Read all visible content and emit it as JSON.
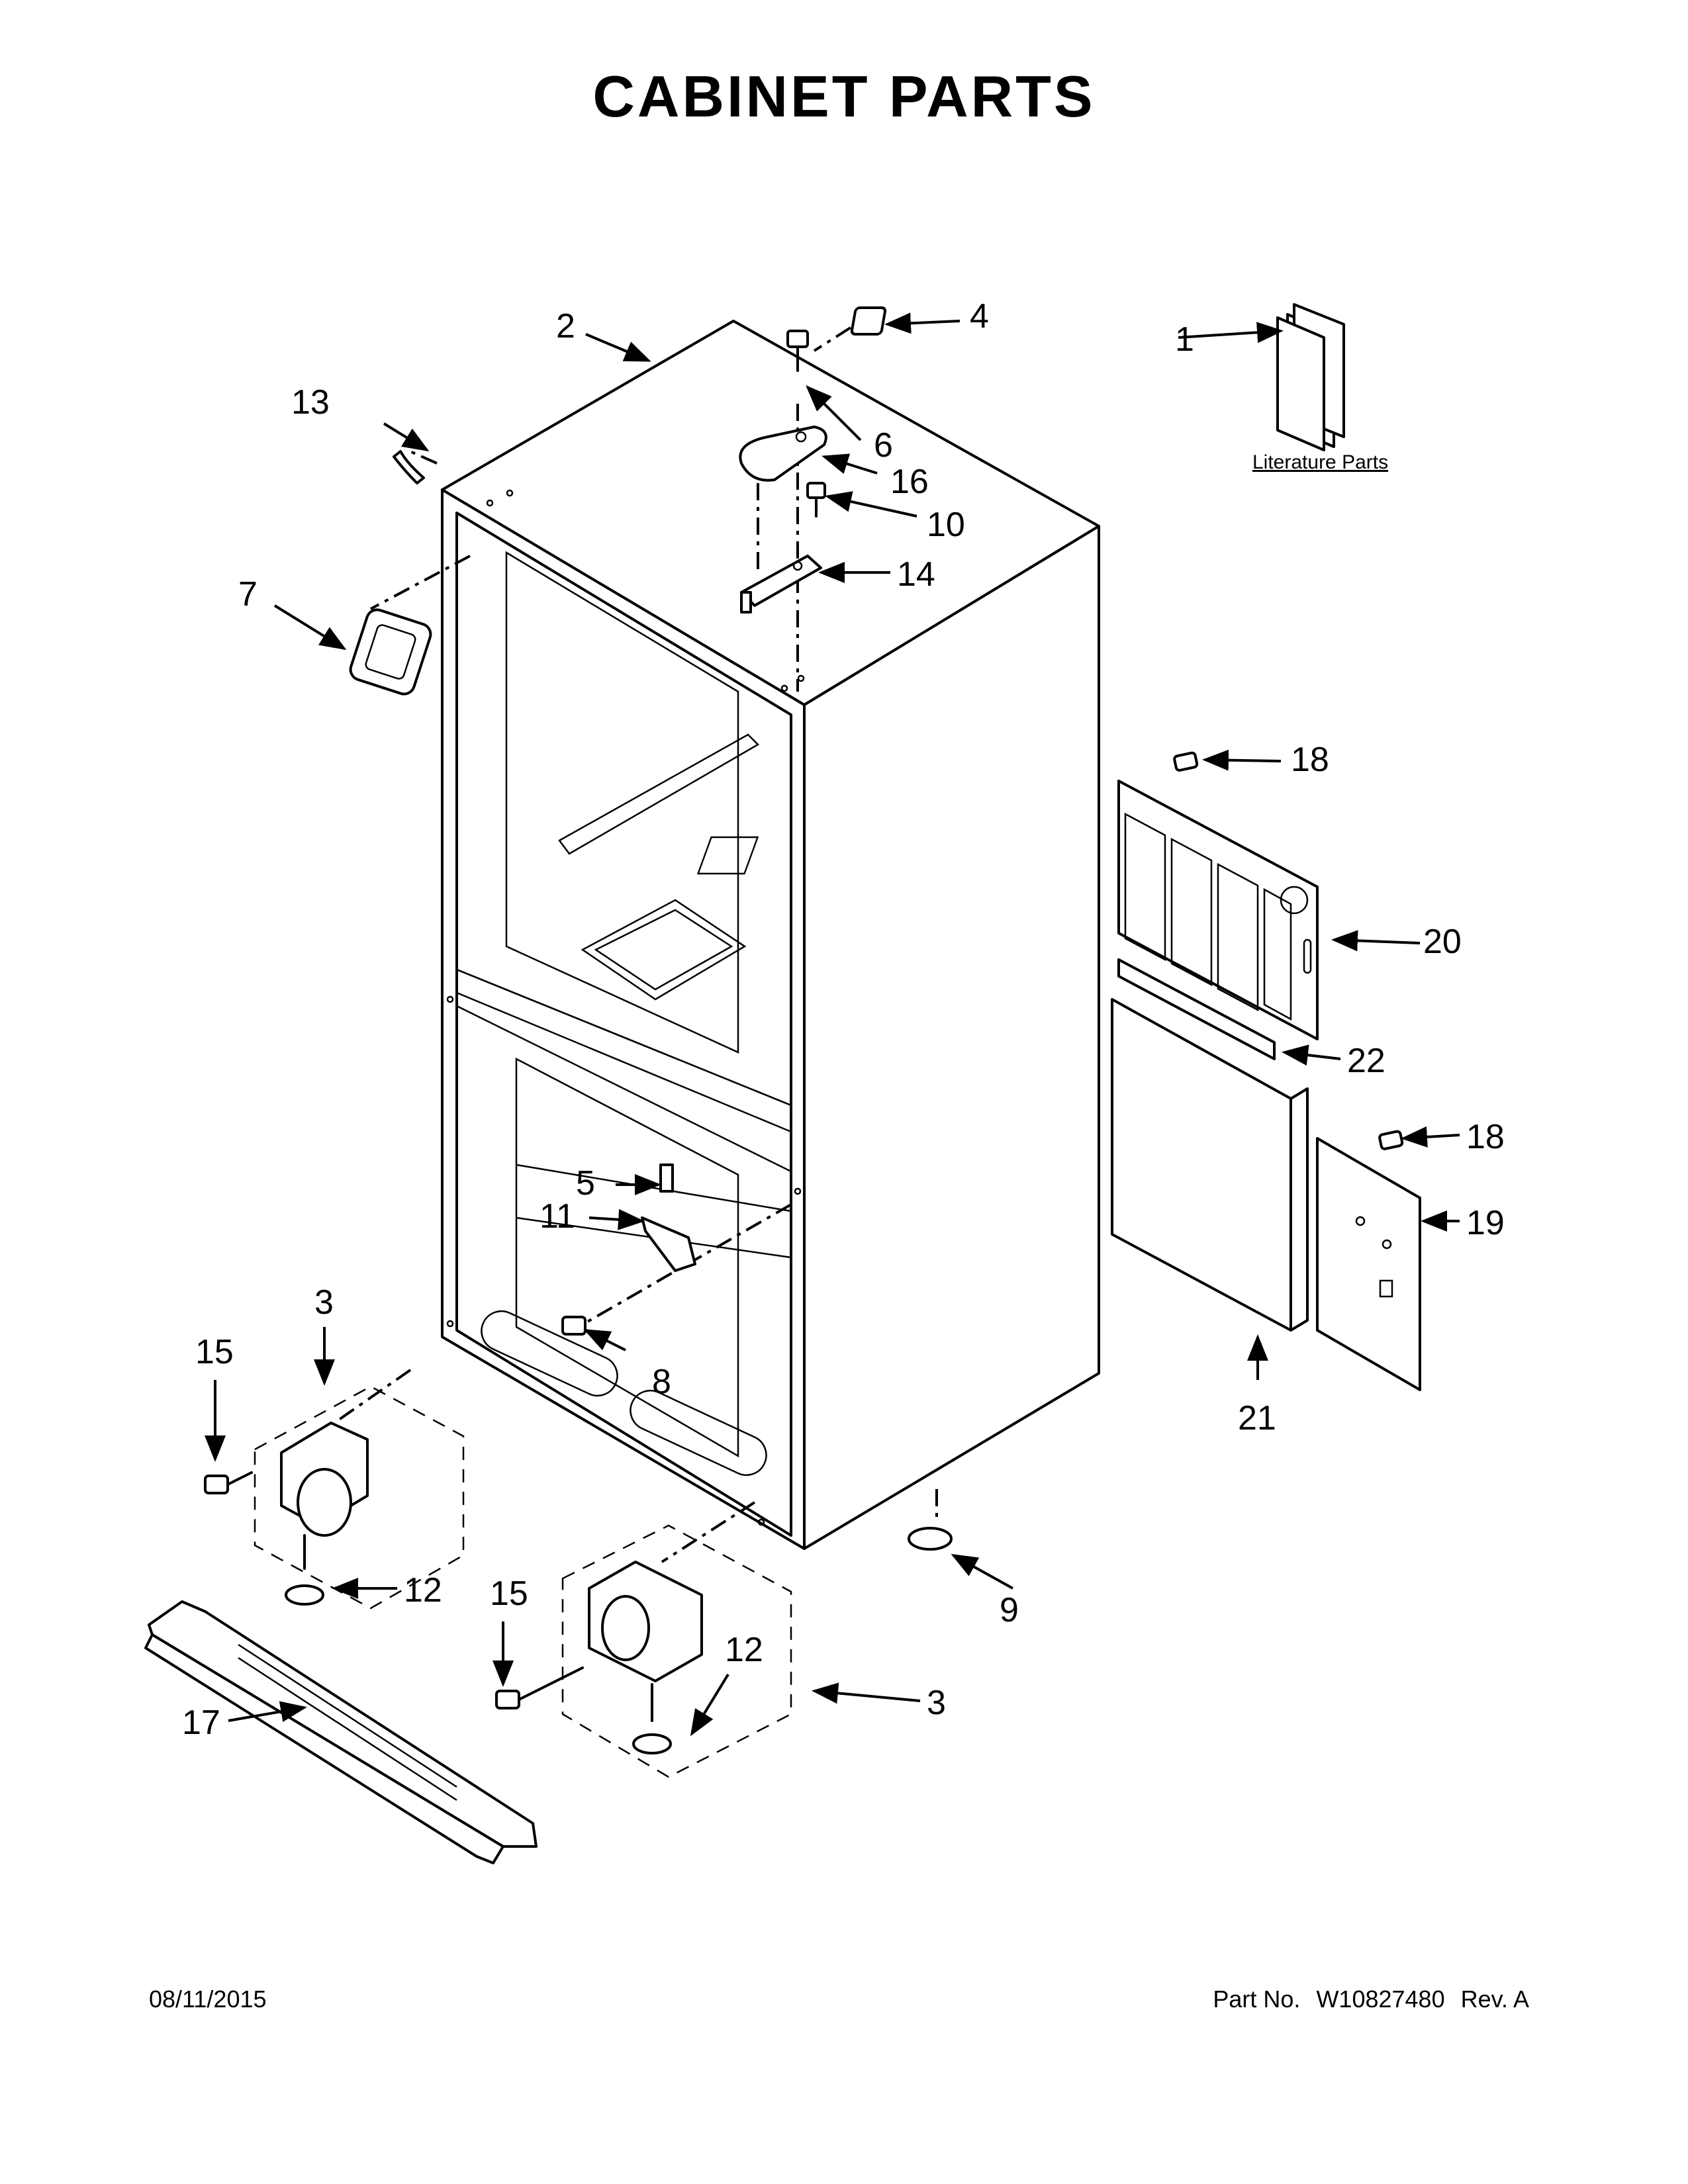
{
  "title": "CABINET PARTS",
  "literature_label": "Literature Parts",
  "callouts": {
    "c1": "1",
    "c2": "2",
    "c3a": "3",
    "c3b": "3",
    "c4": "4",
    "c5": "5",
    "c6": "6",
    "c7": "7",
    "c8": "8",
    "c9": "9",
    "c10": "10",
    "c11": "11",
    "c12a": "12",
    "c12b": "12",
    "c13": "13",
    "c14": "14",
    "c15a": "15",
    "c15b": "15",
    "c16": "16",
    "c17": "17",
    "c18a": "18",
    "c18b": "18",
    "c19": "19",
    "c20": "20",
    "c21": "21",
    "c22": "22"
  },
  "footer": {
    "date": "08/11/2015",
    "part_label": "Part No.",
    "part_number": "W10827480",
    "rev": "Rev. A"
  }
}
